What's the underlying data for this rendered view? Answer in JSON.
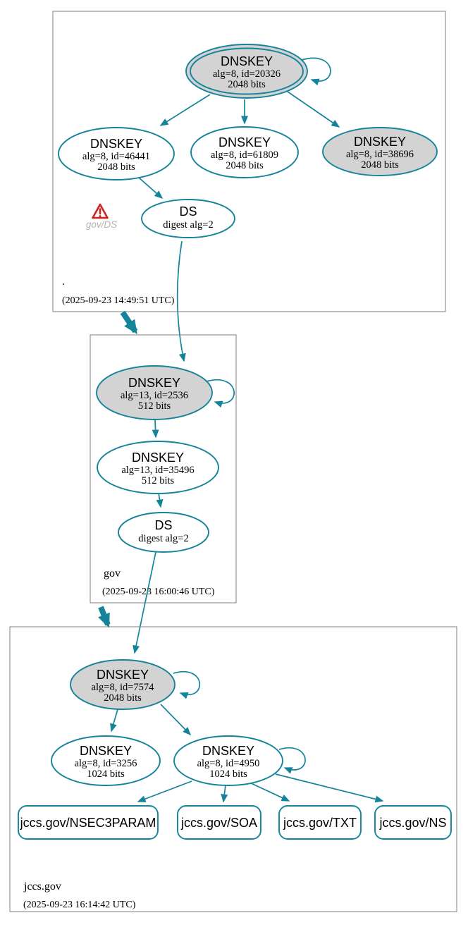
{
  "colors": {
    "edge_teal": "#15839a",
    "ksk_fill": "#d3d3d3",
    "node_fill": "#ffffff",
    "zone_border": "#7f7f7f",
    "warning_red": "#c9251c",
    "muted_label": "#b4b4b4",
    "text": "#000000",
    "background": "#ffffff"
  },
  "icons": {
    "warning": "warning-triangle"
  },
  "root_zone": {
    "label": ".",
    "timestamp": "(2025-09-23 14:49:51 UTC)",
    "ksk": {
      "title": "DNSKEY",
      "detail": "alg=8, id=20326",
      "bits": "2048 bits"
    },
    "zsk_46441": {
      "title": "DNSKEY",
      "detail": "alg=8, id=46441",
      "bits": "2048 bits"
    },
    "zsk_61809": {
      "title": "DNSKEY",
      "detail": "alg=8, id=61809",
      "bits": "2048 bits"
    },
    "ksk_38696": {
      "title": "DNSKEY",
      "detail": "alg=8, id=38696",
      "bits": "2048 bits"
    },
    "ds": {
      "title": "DS",
      "detail": "digest alg=2"
    },
    "warning_label": "gov/DS"
  },
  "gov_zone": {
    "label": "gov",
    "timestamp": "(2025-09-23 16:00:46 UTC)",
    "ksk": {
      "title": "DNSKEY",
      "detail": "alg=13, id=2536",
      "bits": "512 bits"
    },
    "zsk": {
      "title": "DNSKEY",
      "detail": "alg=13, id=35496",
      "bits": "512 bits"
    },
    "ds": {
      "title": "DS",
      "detail": "digest alg=2"
    }
  },
  "jccs_zone": {
    "label": "jccs.gov",
    "timestamp": "(2025-09-23 16:14:42 UTC)",
    "ksk": {
      "title": "DNSKEY",
      "detail": "alg=8, id=7574",
      "bits": "2048 bits"
    },
    "zsk_3256": {
      "title": "DNSKEY",
      "detail": "alg=8, id=3256",
      "bits": "1024 bits"
    },
    "zsk_4950": {
      "title": "DNSKEY",
      "detail": "alg=8, id=4950",
      "bits": "1024 bits"
    },
    "rrsets": [
      "jccs.gov/NSEC3PARAM",
      "jccs.gov/SOA",
      "jccs.gov/TXT",
      "jccs.gov/NS"
    ]
  }
}
